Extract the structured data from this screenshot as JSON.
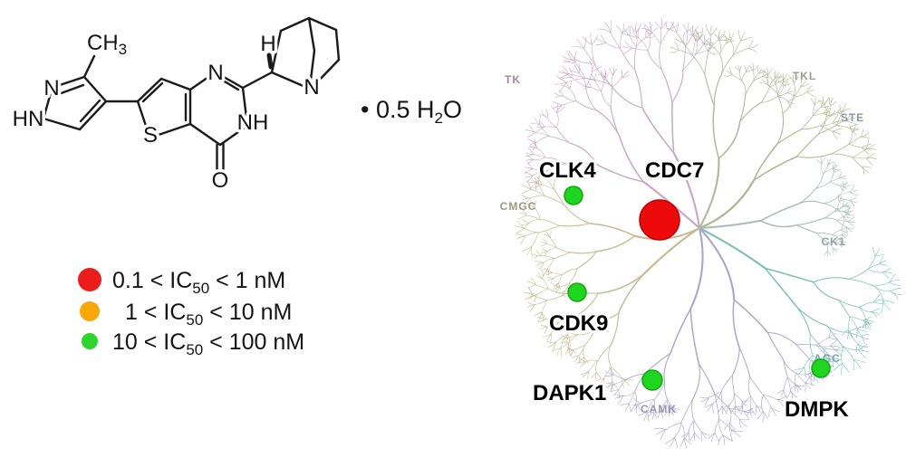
{
  "figure": {
    "structure": {
      "atoms": {
        "pyrazole_n": "N",
        "pyrazole_hn": "HN",
        "methyl_base": "CH",
        "methyl_sub": "3",
        "thiophene_s": "S",
        "pyrimidine_n": "N",
        "pyrimidine_nh": "NH",
        "carbonyl_o": "O",
        "stereo_h": "H",
        "quinuclidine_n": "N"
      },
      "hydrate": {
        "pre": "• 0.5 H",
        "sub": "2",
        "post": "O"
      }
    },
    "legend": {
      "items": [
        {
          "pre": "0.1 < IC",
          "sub": "50",
          "post": " < 1 nM",
          "color": "#ed1c1c"
        },
        {
          "pre": "1 < IC",
          "sub": "50",
          "post": " < 10 nM",
          "color": "#f7a707"
        },
        {
          "pre": "10 < IC",
          "sub": "50",
          "post": " < 100 nM",
          "color": "#2bd52b"
        }
      ]
    },
    "kinome": {
      "groups": [
        {
          "name": "TK",
          "color": "#8d7f96"
        },
        {
          "name": "TKL",
          "color": "#8f927c"
        },
        {
          "name": "STE",
          "color": "#7e8e99"
        },
        {
          "name": "CMGC",
          "color": "#938d6f"
        },
        {
          "name": "CK1",
          "color": "#7f9d9d"
        },
        {
          "name": "AGC",
          "color": "#62a3a3"
        },
        {
          "name": "CAMK",
          "color": "#8d89ad"
        }
      ],
      "markers": [
        {
          "name": "CLK4",
          "color": "#1fd61f"
        },
        {
          "name": "CDC7",
          "color": "#ee0a0a"
        },
        {
          "name": "CDK9",
          "color": "#1fd61f"
        },
        {
          "name": "DAPK1",
          "color": "#1fd61f"
        },
        {
          "name": "DMPK",
          "color": "#1fd61f"
        }
      ],
      "palette": {
        "tk": "#c9a6c4",
        "tkl": "#b7b49c",
        "ste": "#a9b88e",
        "ck1": "#aabdb3",
        "agc": "#7cc0b4",
        "camk": "#a9a6ce",
        "cmgc": "#c6ba92"
      }
    }
  }
}
